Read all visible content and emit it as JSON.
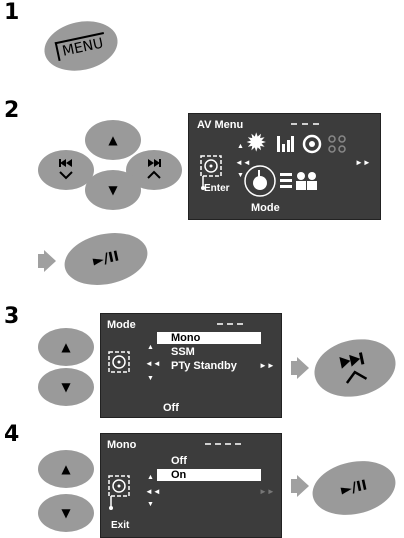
{
  "steps": [
    "1",
    "2",
    "3",
    "4"
  ],
  "buttons": {
    "menu": "MENU",
    "play_pause": "►/II"
  },
  "av_menu": {
    "title": "AV Menu",
    "enter": "Enter",
    "mode": "Mode"
  },
  "mode_menu": {
    "title": "Mode",
    "options": [
      "Mono",
      "SSM",
      "PTy Standby"
    ],
    "selected": "Mono",
    "status": "Off"
  },
  "mono_menu": {
    "title": "Mono",
    "options": [
      "Off",
      "On"
    ],
    "selected": "On",
    "exit": "Exit"
  },
  "colors": {
    "panel": "#3c3c3c",
    "button": "#9a9a9a",
    "arrow": "#a0a0a0"
  }
}
